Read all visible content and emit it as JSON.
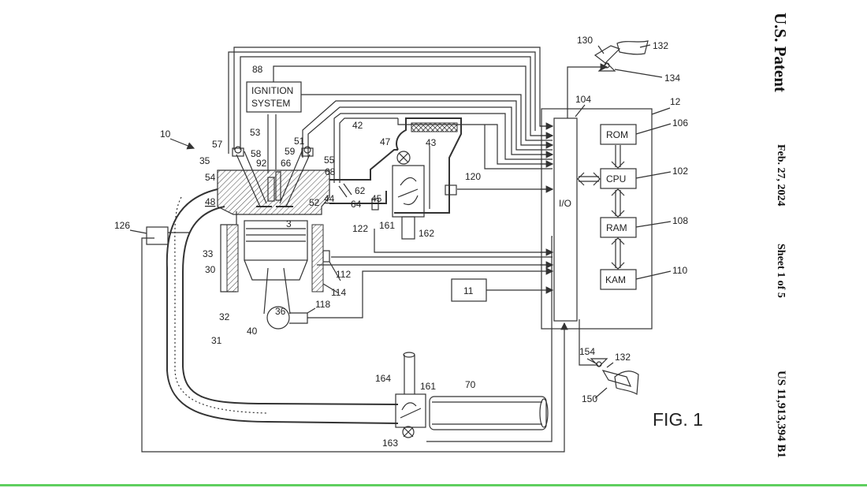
{
  "header": {
    "patent_office": "U.S. Patent",
    "date": "Feb. 27, 2024",
    "sheet": "Sheet 1 of 5",
    "patent_number": "US 11,913,394 B1"
  },
  "figure_label": "FIG. 1",
  "boxes": {
    "ignition": [
      "IGNITION",
      "SYSTEM"
    ],
    "io": "I/O",
    "rom": "ROM",
    "cpu": "CPU",
    "ram": "RAM",
    "kam": "KAM",
    "sensor_11": "11"
  },
  "ref": {
    "r10": "10",
    "r11": "11",
    "r12": "12",
    "r30": "30",
    "r31": "31",
    "r32": "32",
    "r33": "33",
    "r35": "35",
    "r36": "36",
    "r40": "40",
    "r42": "42",
    "r43": "43",
    "r44": "44",
    "r45": "45",
    "r47": "47",
    "r48": "48",
    "r51": "51",
    "r52": "52",
    "r53": "53",
    "r54": "54",
    "r55": "55",
    "r57": "57",
    "r58": "58",
    "r59": "59",
    "r62": "62",
    "r64": "64",
    "r66": "66",
    "r68": "68",
    "r70": "70",
    "r88": "88",
    "r92": "92",
    "r102": "102",
    "r104": "104",
    "r106": "106",
    "r108": "108",
    "r110": "110",
    "r112": "112",
    "r114": "114",
    "r118": "118",
    "r120": "120",
    "r122": "122",
    "r126": "126",
    "r130": "130",
    "r132a": "132",
    "r132b": "132",
    "r134": "134",
    "r150": "150",
    "r154": "154",
    "r161a": "161",
    "r161b": "161",
    "r162": "162",
    "r163": "163",
    "r164": "164",
    "r3": "3"
  }
}
